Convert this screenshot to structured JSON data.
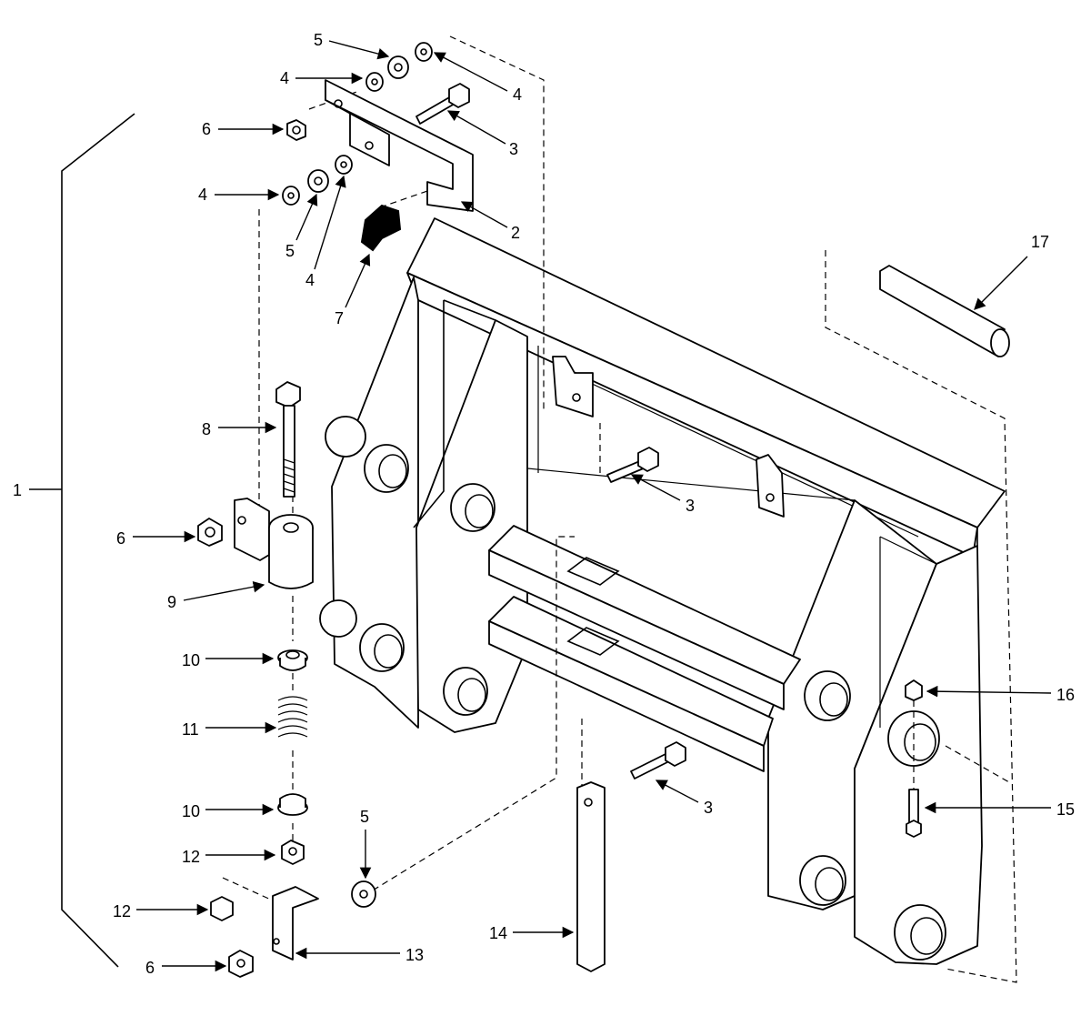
{
  "diagram": {
    "callouts": {
      "c1": "1",
      "c2": "2",
      "c3a": "3",
      "c3b": "3",
      "c3c": "3",
      "c4a": "4",
      "c4b": "4",
      "c4c": "4",
      "c4d": "4",
      "c5a": "5",
      "c5b": "5",
      "c5c": "5",
      "c6a": "6",
      "c6b": "6",
      "c6c": "6",
      "c7": "7",
      "c8": "8",
      "c9": "9",
      "c10a": "10",
      "c10b": "10",
      "c11": "11",
      "c12a": "12",
      "c12b": "12",
      "c13": "13",
      "c14": "14",
      "c15": "15",
      "c16": "16",
      "c17": "17"
    }
  }
}
